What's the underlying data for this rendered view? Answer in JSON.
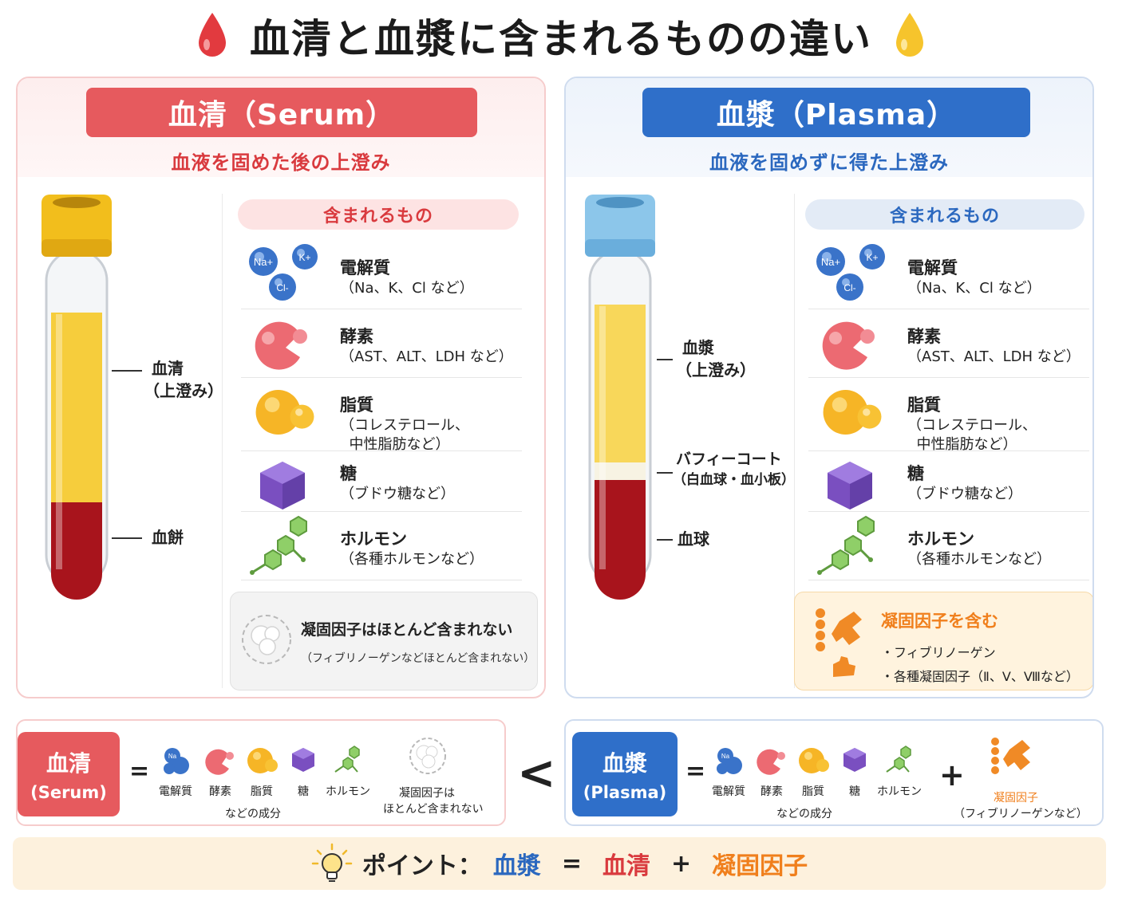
{
  "title": "血清と血漿に含まれるものの違い",
  "colors": {
    "serum_red": "#e65a5e",
    "plasma_blue": "#2f6fc9",
    "coag_orange": "#f07f1c",
    "serum_yellow": "#f6cd3c",
    "clot_red": "#a8141c"
  },
  "serum": {
    "banner": "血清（Serum）",
    "subtitle": "血液を固めた後の上澄み",
    "tube_labels": {
      "top": "血清",
      "top_sub": "（上澄み）",
      "bottom": "血餅"
    },
    "contains_label": "含まれるもの",
    "items": [
      {
        "title": "電解質",
        "desc": "（Na、K、Cl など）",
        "icon": "electrolyte-icon"
      },
      {
        "title": "酵素",
        "desc": "（AST、ALT、LDH など）",
        "icon": "enzyme-icon"
      },
      {
        "title": "脂質",
        "desc": "（コレステロール、\n  中性脂肪など）",
        "icon": "lipid-icon"
      },
      {
        "title": "糖",
        "desc": "（ブドウ糖など）",
        "icon": "sugar-cube-icon"
      },
      {
        "title": "ホルモン",
        "desc": "（各種ホルモンなど）",
        "icon": "hormone-molecule-icon"
      }
    ],
    "note_title": "凝固因子はほとんど含まれない",
    "note_sub": "（フィブリノーゲンなどほとんど含まれない）"
  },
  "plasma": {
    "banner": "血漿（Plasma）",
    "subtitle": "血液を固めずに得た上澄み",
    "tube_labels": {
      "top": "血漿",
      "top_sub": "（上澄み）",
      "mid": "バフィーコート",
      "mid_sub": "（白血球・血小板）",
      "bottom": "血球"
    },
    "contains_label": "含まれるもの",
    "items": [
      {
        "title": "電解質",
        "desc": "（Na、K、Cl など）",
        "icon": "electrolyte-icon"
      },
      {
        "title": "酵素",
        "desc": "（AST、ALT、LDH など）",
        "icon": "enzyme-icon"
      },
      {
        "title": "脂質",
        "desc": "（コレステロール、\n  中性脂肪など）",
        "icon": "lipid-icon"
      },
      {
        "title": "糖",
        "desc": "（ブドウ糖など）",
        "icon": "sugar-cube-icon"
      },
      {
        "title": "ホルモン",
        "desc": "（各種ホルモンなど）",
        "icon": "hormone-molecule-icon"
      }
    ],
    "coag_title": "凝固因子を含む",
    "coag_items": [
      "・フィブリノーゲン",
      "・各種凝固因子（Ⅱ、Ⅴ、Ⅷなど）"
    ]
  },
  "equation": {
    "serum_tag": "血清",
    "serum_tag_sub": "(Serum)",
    "plasma_tag": "血漿",
    "plasma_tag_sub": "(Plasma)",
    "equals": "=",
    "plus": "+",
    "less_than": "<",
    "component_labels": [
      "電解質",
      "酵素",
      "脂質",
      "糖",
      "ホルモン"
    ],
    "components_note": "などの成分",
    "serum_coag_note_1": "凝固因子は",
    "serum_coag_note_2": "ほとんど含まれない",
    "plasma_coag_1": "凝固因子",
    "plasma_coag_2": "（フィブリノーゲンなど）",
    "ion_labels": {
      "na": "Na+",
      "k": "K+",
      "cl": "Cl-",
      "na_small": "Na"
    }
  },
  "point": {
    "label": "ポイント：",
    "plasma": "血漿",
    "eq": "=",
    "serum": "血清",
    "plus": "+",
    "coag": "凝固因子"
  }
}
